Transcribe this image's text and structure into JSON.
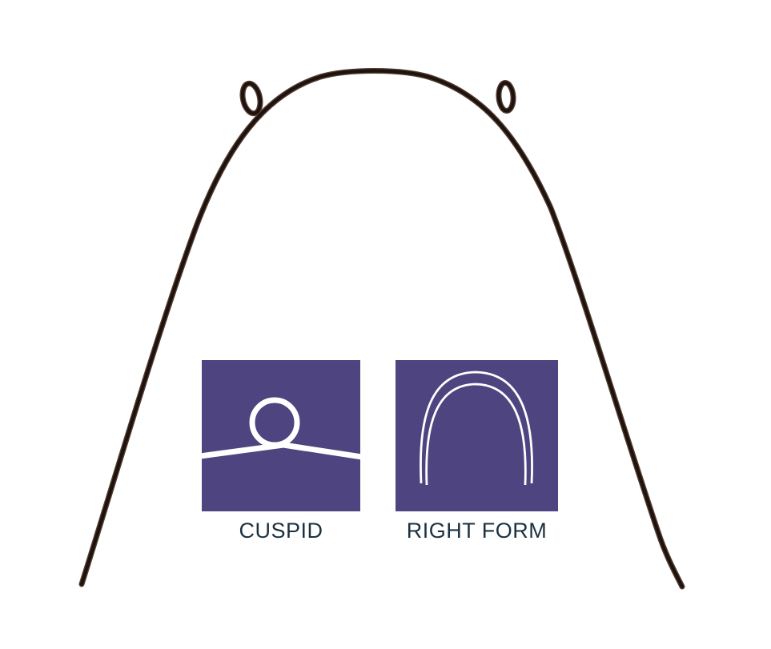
{
  "figure": {
    "background_color": "#ffffff",
    "wire": {
      "name": "archwire-with-cuspid-loops",
      "core_color": "#20120c",
      "edge_color": "#513e35"
    },
    "badge_color": "#4e447f",
    "icon_stroke_color": "#ffffff",
    "label_color": "#1c3140",
    "badges": [
      {
        "label": "CUSPID",
        "icon": "cuspid-loop-icon"
      },
      {
        "label": "RIGHT FORM",
        "icon": "arch-form-icon"
      }
    ]
  }
}
